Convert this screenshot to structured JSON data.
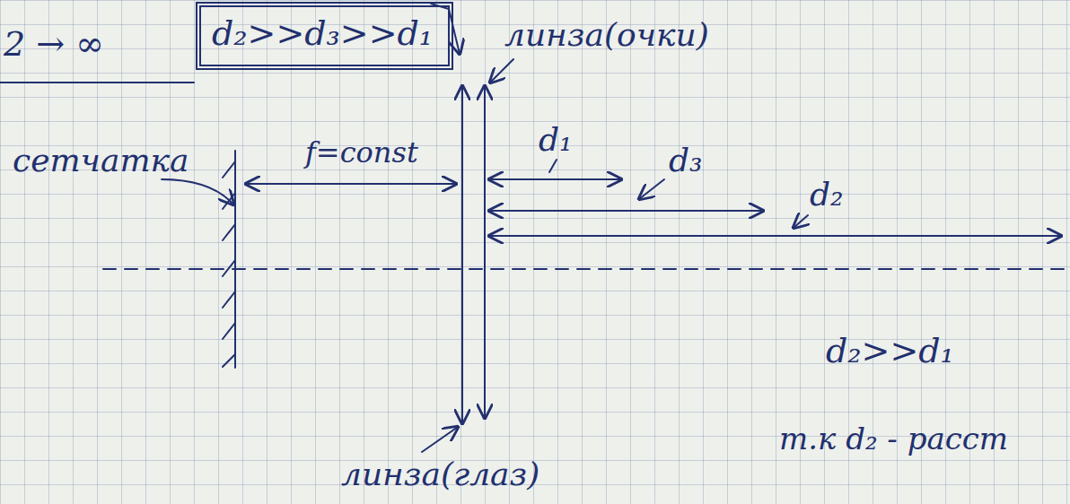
{
  "diagram": {
    "nodes": [
      {
        "text": [
          "d₂>>d₃>>d₁"
        ]
      }
    ],
    "edges": [],
    "labels": [
      "2 → ∞",
      "линза(очки)",
      "сетчатка",
      "f=const",
      "d₁",
      "d₃",
      "d₂",
      "d₂>>d₁",
      "т.к d₂ - расст",
      "линза(глаз)"
    ]
  }
}
